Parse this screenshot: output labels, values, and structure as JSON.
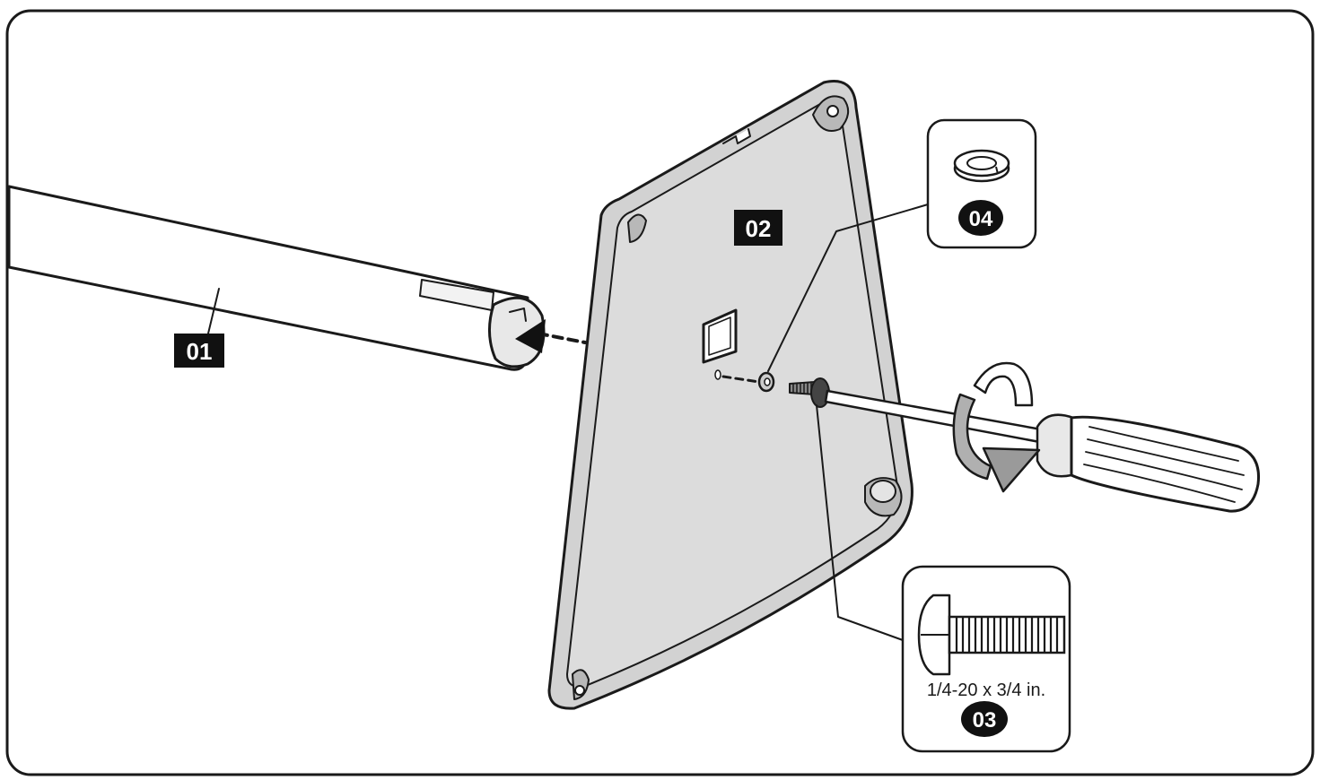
{
  "parts": {
    "tube": {
      "label": "01"
    },
    "plate": {
      "label": "02"
    },
    "screw": {
      "label": "03",
      "spec": "1/4-20 x 3/4 in."
    },
    "washer": {
      "label": "04"
    }
  },
  "colors": {
    "outline": "#1a1a1a",
    "plate_fill": "#d2d2d2",
    "plate_face": "#dcdcdc",
    "label_bg": "#111111",
    "label_text": "#ffffff",
    "arrow_fill": "#9a9a9a"
  }
}
